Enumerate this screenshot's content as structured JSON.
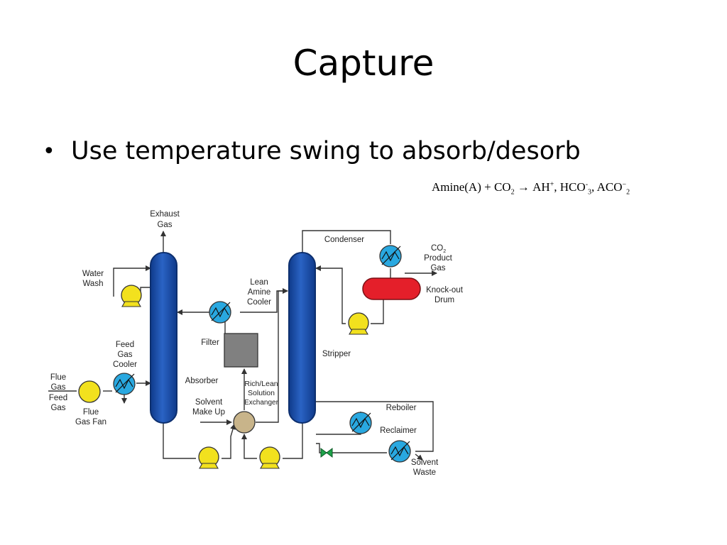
{
  "title": "Capture",
  "bullet": "Use temperature swing to absorb/desorb",
  "equation": {
    "lhs": "Amine(A) + CO",
    "lhs_sub": "2",
    "arrow": "→",
    "p1": "AH",
    "p1_sup": "+",
    "p2": ", HCO",
    "p2_sub": "3",
    "p2_sup": "-",
    "p3": ", ACO",
    "p3_sub": "2",
    "p3_sup": "−"
  },
  "diagram": {
    "labels": {
      "exhaust_1": "Exhaust",
      "exhaust_2": "Gas",
      "water_1": "Water",
      "water_2": "Wash",
      "lean_1": "Lean",
      "lean_2": "Amine",
      "lean_3": "Cooler",
      "filter": "Filter",
      "feed_1": "Feed",
      "feed_2": "Gas",
      "feed_3": "Cooler",
      "flue_1": "Flue",
      "flue_2": "Gas",
      "feedgas_1": "Feed",
      "feedgas_2": "Gas",
      "fan_1": "Flue",
      "fan_2": "Gas Fan",
      "absorber": "Absorber",
      "solvent_1": "Solvent",
      "solvent_2": "Make Up",
      "rich_1": "Rich/Lean",
      "rich_2": "Solution",
      "rich_3": "Exchanger",
      "condenser": "Condenser",
      "co2_1": "CO",
      "co2_sub": "2",
      "co2_2": "Product",
      "co2_3": "Gas",
      "knock_1": "Knock-out",
      "knock_2": "Drum",
      "stripper": "Stripper",
      "reboiler": "Reboiler",
      "reclaimer": "Reclaimer",
      "waste_1": "Solvent",
      "waste_2": "Waste"
    },
    "colors": {
      "column": "#1d4fa8",
      "column_edge": "#0d2f6e",
      "pump": "#f2e11e",
      "exchanger": "#29a8e0",
      "drum": "#e41f2a",
      "filter": "#808080",
      "mixer": "#c8b48a",
      "valve": "#1ea34a",
      "line": "#333333"
    }
  }
}
